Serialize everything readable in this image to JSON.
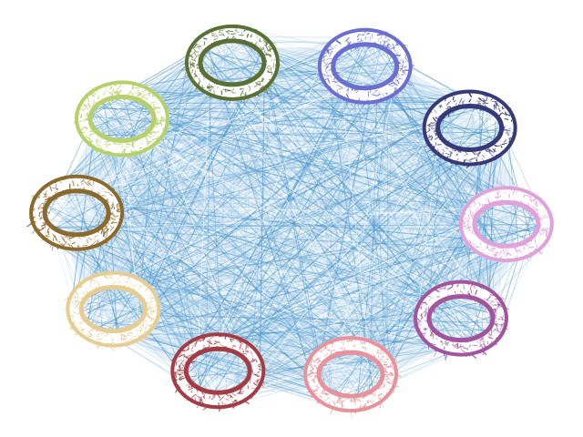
{
  "diagram": {
    "type": "clustered-network",
    "edge_color": "#3d8ec9",
    "edge_color_light": "#9ec7e6",
    "cluster_count": 10,
    "clusters": [
      {
        "id": "cluster-1",
        "color": "#5a7035"
      },
      {
        "id": "cluster-2",
        "color": "#6b70d0"
      },
      {
        "id": "cluster-3",
        "color": "#363a78"
      },
      {
        "id": "cluster-4",
        "color": "#e0a2da"
      },
      {
        "id": "cluster-5",
        "color": "#a0559c"
      },
      {
        "id": "cluster-6",
        "color": "#e6939b"
      },
      {
        "id": "cluster-7",
        "color": "#a23d45"
      },
      {
        "id": "cluster-8",
        "color": "#e5cd93"
      },
      {
        "id": "cluster-9",
        "color": "#8a6a2d"
      },
      {
        "id": "cluster-10",
        "color": "#b7d06b"
      }
    ]
  }
}
